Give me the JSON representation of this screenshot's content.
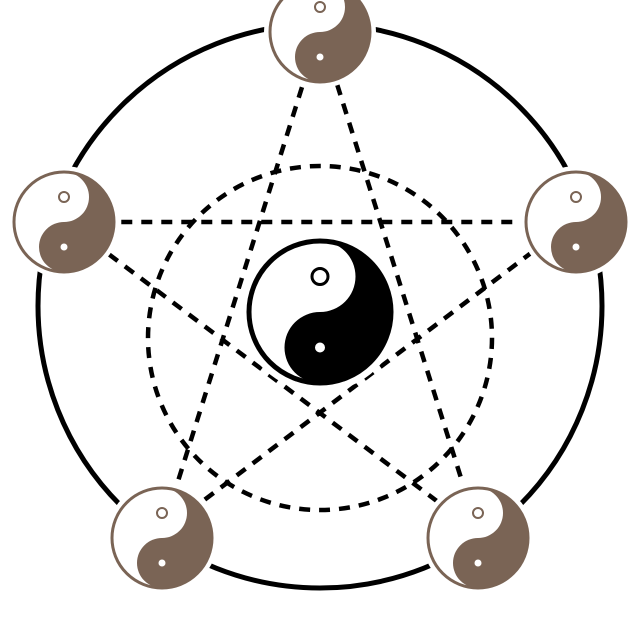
{
  "colors": {
    "background": "#ffffff",
    "ink": "#000000",
    "outer_symbol_dark": "#7a6455",
    "outer_symbol_light": "#ffffff",
    "outer_symbol_stroke": "#7a6455"
  },
  "icons": {
    "center_symbol": "yin-yang-icon",
    "outer_symbol": "yin-yang-icon"
  },
  "outer_symbols": [
    {
      "name": "top"
    },
    {
      "name": "upper-right"
    },
    {
      "name": "lower-right"
    },
    {
      "name": "lower-left"
    },
    {
      "name": "upper-left"
    }
  ]
}
